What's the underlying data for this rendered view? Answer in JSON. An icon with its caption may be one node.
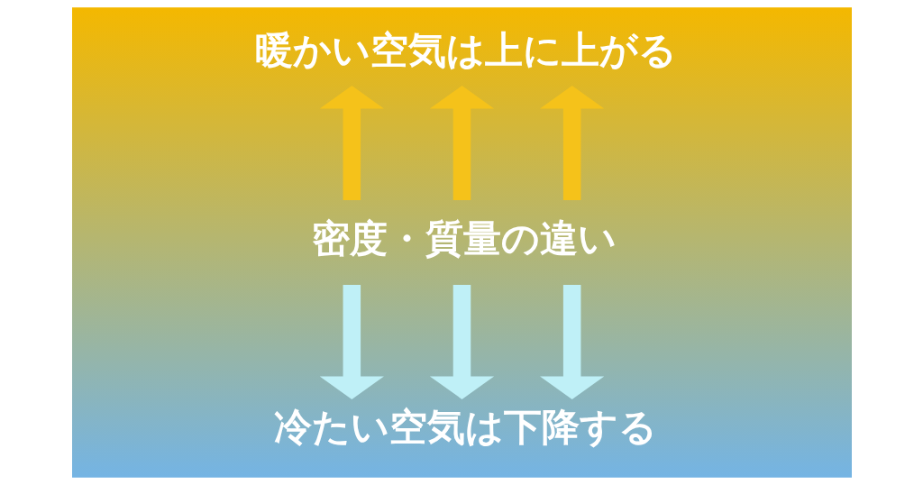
{
  "diagram": {
    "nodes": [
      {
        "text": [
          "暖かい空気は上に上がる"
        ]
      },
      {
        "text": [
          "密度・質量の違い"
        ]
      },
      {
        "text": [
          "冷たい空気は下降する"
        ]
      }
    ],
    "edges": [
      {
        "from": 1,
        "to": 0,
        "arrow": "to",
        "color": "#f5c21a"
      },
      {
        "from": 1,
        "to": 0,
        "arrow": "to",
        "color": "#f5c21a"
      },
      {
        "from": 1,
        "to": 0,
        "arrow": "to",
        "color": "#f5c21a"
      },
      {
        "from": 1,
        "to": 2,
        "arrow": "to",
        "color": "#bff0f7"
      },
      {
        "from": 1,
        "to": 2,
        "arrow": "to",
        "color": "#bff0f7"
      },
      {
        "from": 1,
        "to": 2,
        "arrow": "to",
        "color": "#bff0f7"
      }
    ]
  }
}
